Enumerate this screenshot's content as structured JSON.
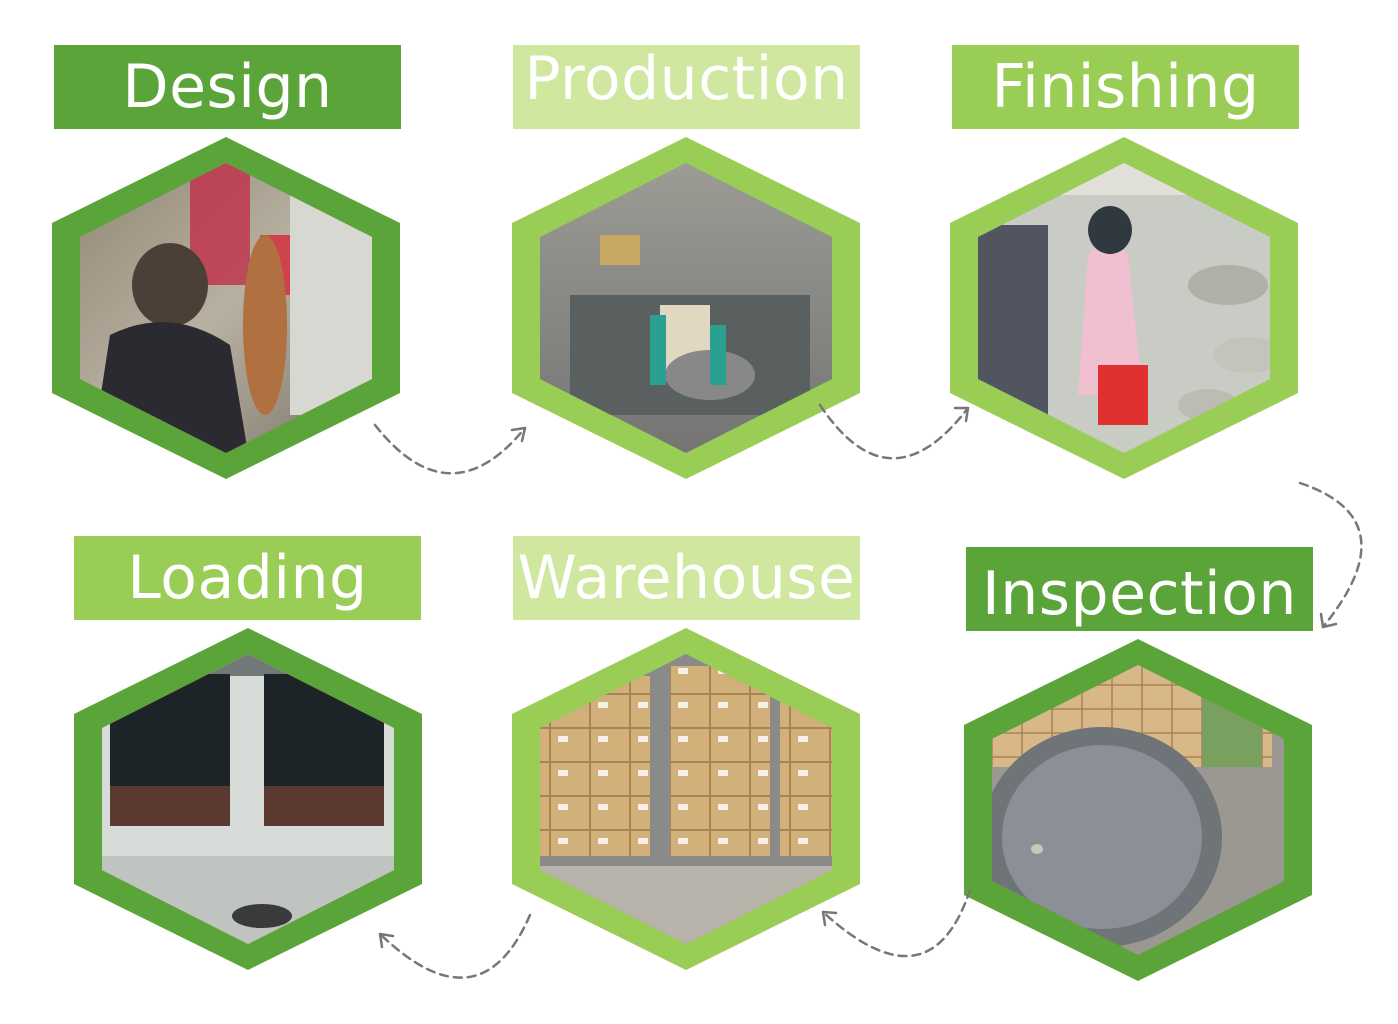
{
  "colors": {
    "dark_green": "#5ba43a",
    "light_green": "#9acd55",
    "pale_green": "#cfe79f",
    "arrow": "#777777"
  },
  "steps": [
    {
      "label": "Design",
      "photo": "artisan-sculpting-photo"
    },
    {
      "label": "Production",
      "photo": "factory-floor-photo"
    },
    {
      "label": "Finishing",
      "photo": "worker-finishing-pots-photo"
    },
    {
      "label": "Loading",
      "photo": "container-trucks-photo"
    },
    {
      "label": "Warehouse",
      "photo": "stacked-cartons-photo"
    },
    {
      "label": "Inspection",
      "photo": "pot-inspection-photo"
    }
  ]
}
